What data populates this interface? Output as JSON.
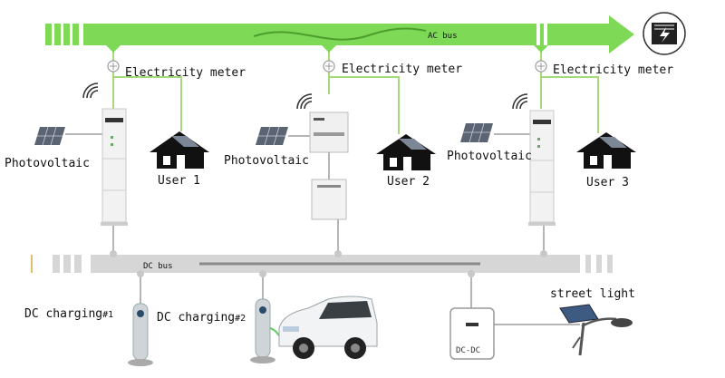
{
  "ac_bus": {
    "label": "AC bus"
  },
  "dc_bus": {
    "label": "DC bus"
  },
  "meters": [
    {
      "label": "Electricity meter"
    },
    {
      "label": "Electricity meter"
    },
    {
      "label": "Electricity meter"
    }
  ],
  "photovoltaic": [
    {
      "label": "Photovoltaic"
    },
    {
      "label": "Photovoltaic"
    },
    {
      "label": "Photovoltaic"
    }
  ],
  "users": [
    {
      "label": "User 1"
    },
    {
      "label": "User 2"
    },
    {
      "label": "User 3"
    }
  ],
  "chargers": [
    {
      "text": "DC charging",
      "suffix": "#1"
    },
    {
      "text": "DC charging",
      "suffix": "#2"
    }
  ],
  "converter": {
    "label": "DC-DC"
  },
  "street_light": {
    "label": "street light"
  },
  "colors": {
    "ac_bus": "#7ed957",
    "ac_bus_dark": "#5fbf3a",
    "dc_bus": "#d6d6d6",
    "wire_green": "#a6d97a",
    "wire_gray": "#b5b5b5"
  }
}
